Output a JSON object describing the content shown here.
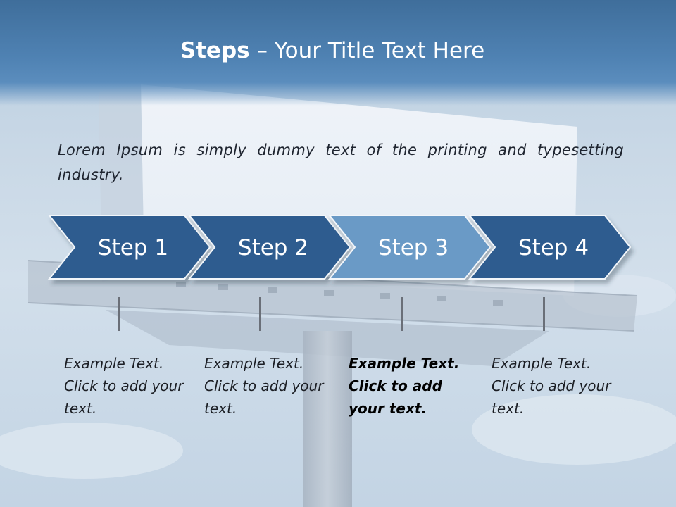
{
  "title": {
    "strong": "Steps",
    "rest": "– Your Title Text Here"
  },
  "intro": "Lorem Ipsum is simply dummy text of the printing and typesetting industry.",
  "steps": [
    {
      "label": "Step 1",
      "desc": "Example Text. Click  to add your text.",
      "highlighted": false
    },
    {
      "label": "Step 2",
      "desc": "Example Text. Click  to add your text.",
      "highlighted": false
    },
    {
      "label": "Step 3",
      "desc": "Example Text. Click  to add your text.",
      "highlighted": true
    },
    {
      "label": "Step 4",
      "desc": "Example Text. Click  to add your text.",
      "highlighted": false
    }
  ],
  "colors": {
    "arrow_dark": "#2e5c8f",
    "arrow_light": "#6b9ac6",
    "title_bar": "#4f82b3"
  }
}
